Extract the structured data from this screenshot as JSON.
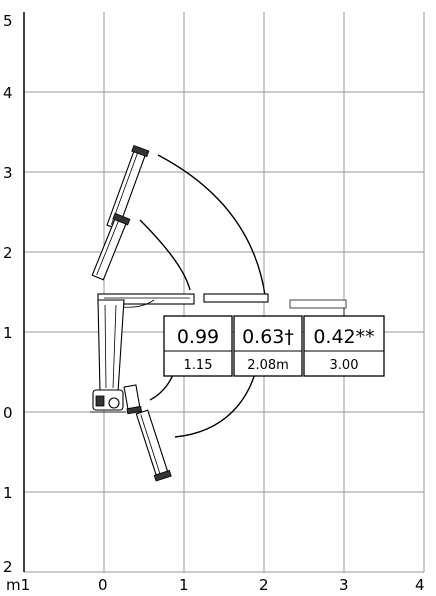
{
  "axes": {
    "x_ticks": [
      "0",
      "1",
      "2",
      "3",
      "4"
    ],
    "y_ticks": [
      "5",
      "4",
      "3",
      "2",
      "1",
      "0",
      "1",
      "2"
    ],
    "unit": "m1"
  },
  "capacities": [
    {
      "load": "0.99",
      "reach": "1.15"
    },
    {
      "load": "0.63†",
      "reach": "2.08m"
    },
    {
      "load": "0.42**",
      "reach": "3.00"
    }
  ]
}
